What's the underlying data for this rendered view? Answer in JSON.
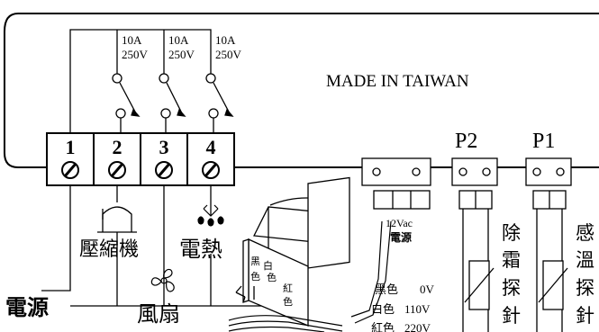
{
  "colors": {
    "line": "#000000",
    "background": "#ffffff"
  },
  "header": {
    "made_in": "MADE IN TAIWAN"
  },
  "relay_ratings": [
    {
      "current": "10A",
      "voltage": "250V"
    },
    {
      "current": "10A",
      "voltage": "250V"
    },
    {
      "current": "10A",
      "voltage": "250V"
    }
  ],
  "terminals": [
    "1",
    "2",
    "3",
    "4"
  ],
  "probe_ports": [
    "P2",
    "P1"
  ],
  "loads": {
    "compressor": "壓縮機",
    "heater": "電熱",
    "fan": "風扇",
    "power": "電源"
  },
  "transformer": {
    "supply_voltage": "12Vac",
    "supply_label": "電源",
    "wire_black": "黑",
    "wire_black_2": "色",
    "wire_white": "白",
    "wire_white_2": "色",
    "wire_red": "紅",
    "wire_red_2": "色",
    "taps": [
      {
        "color": "黑色",
        "voltage": "0V"
      },
      {
        "color": "白色",
        "voltage": "110V"
      },
      {
        "color": "紅色",
        "voltage": "220V"
      }
    ]
  },
  "probes": {
    "defrost": [
      "除",
      "霜",
      "探",
      "針"
    ],
    "sensing": [
      "感",
      "溫",
      "探",
      "針"
    ]
  },
  "icons": [
    "screw-icon",
    "fan-icon",
    "heater-drops-icon",
    "compressor-icon",
    "transformer-icon"
  ]
}
